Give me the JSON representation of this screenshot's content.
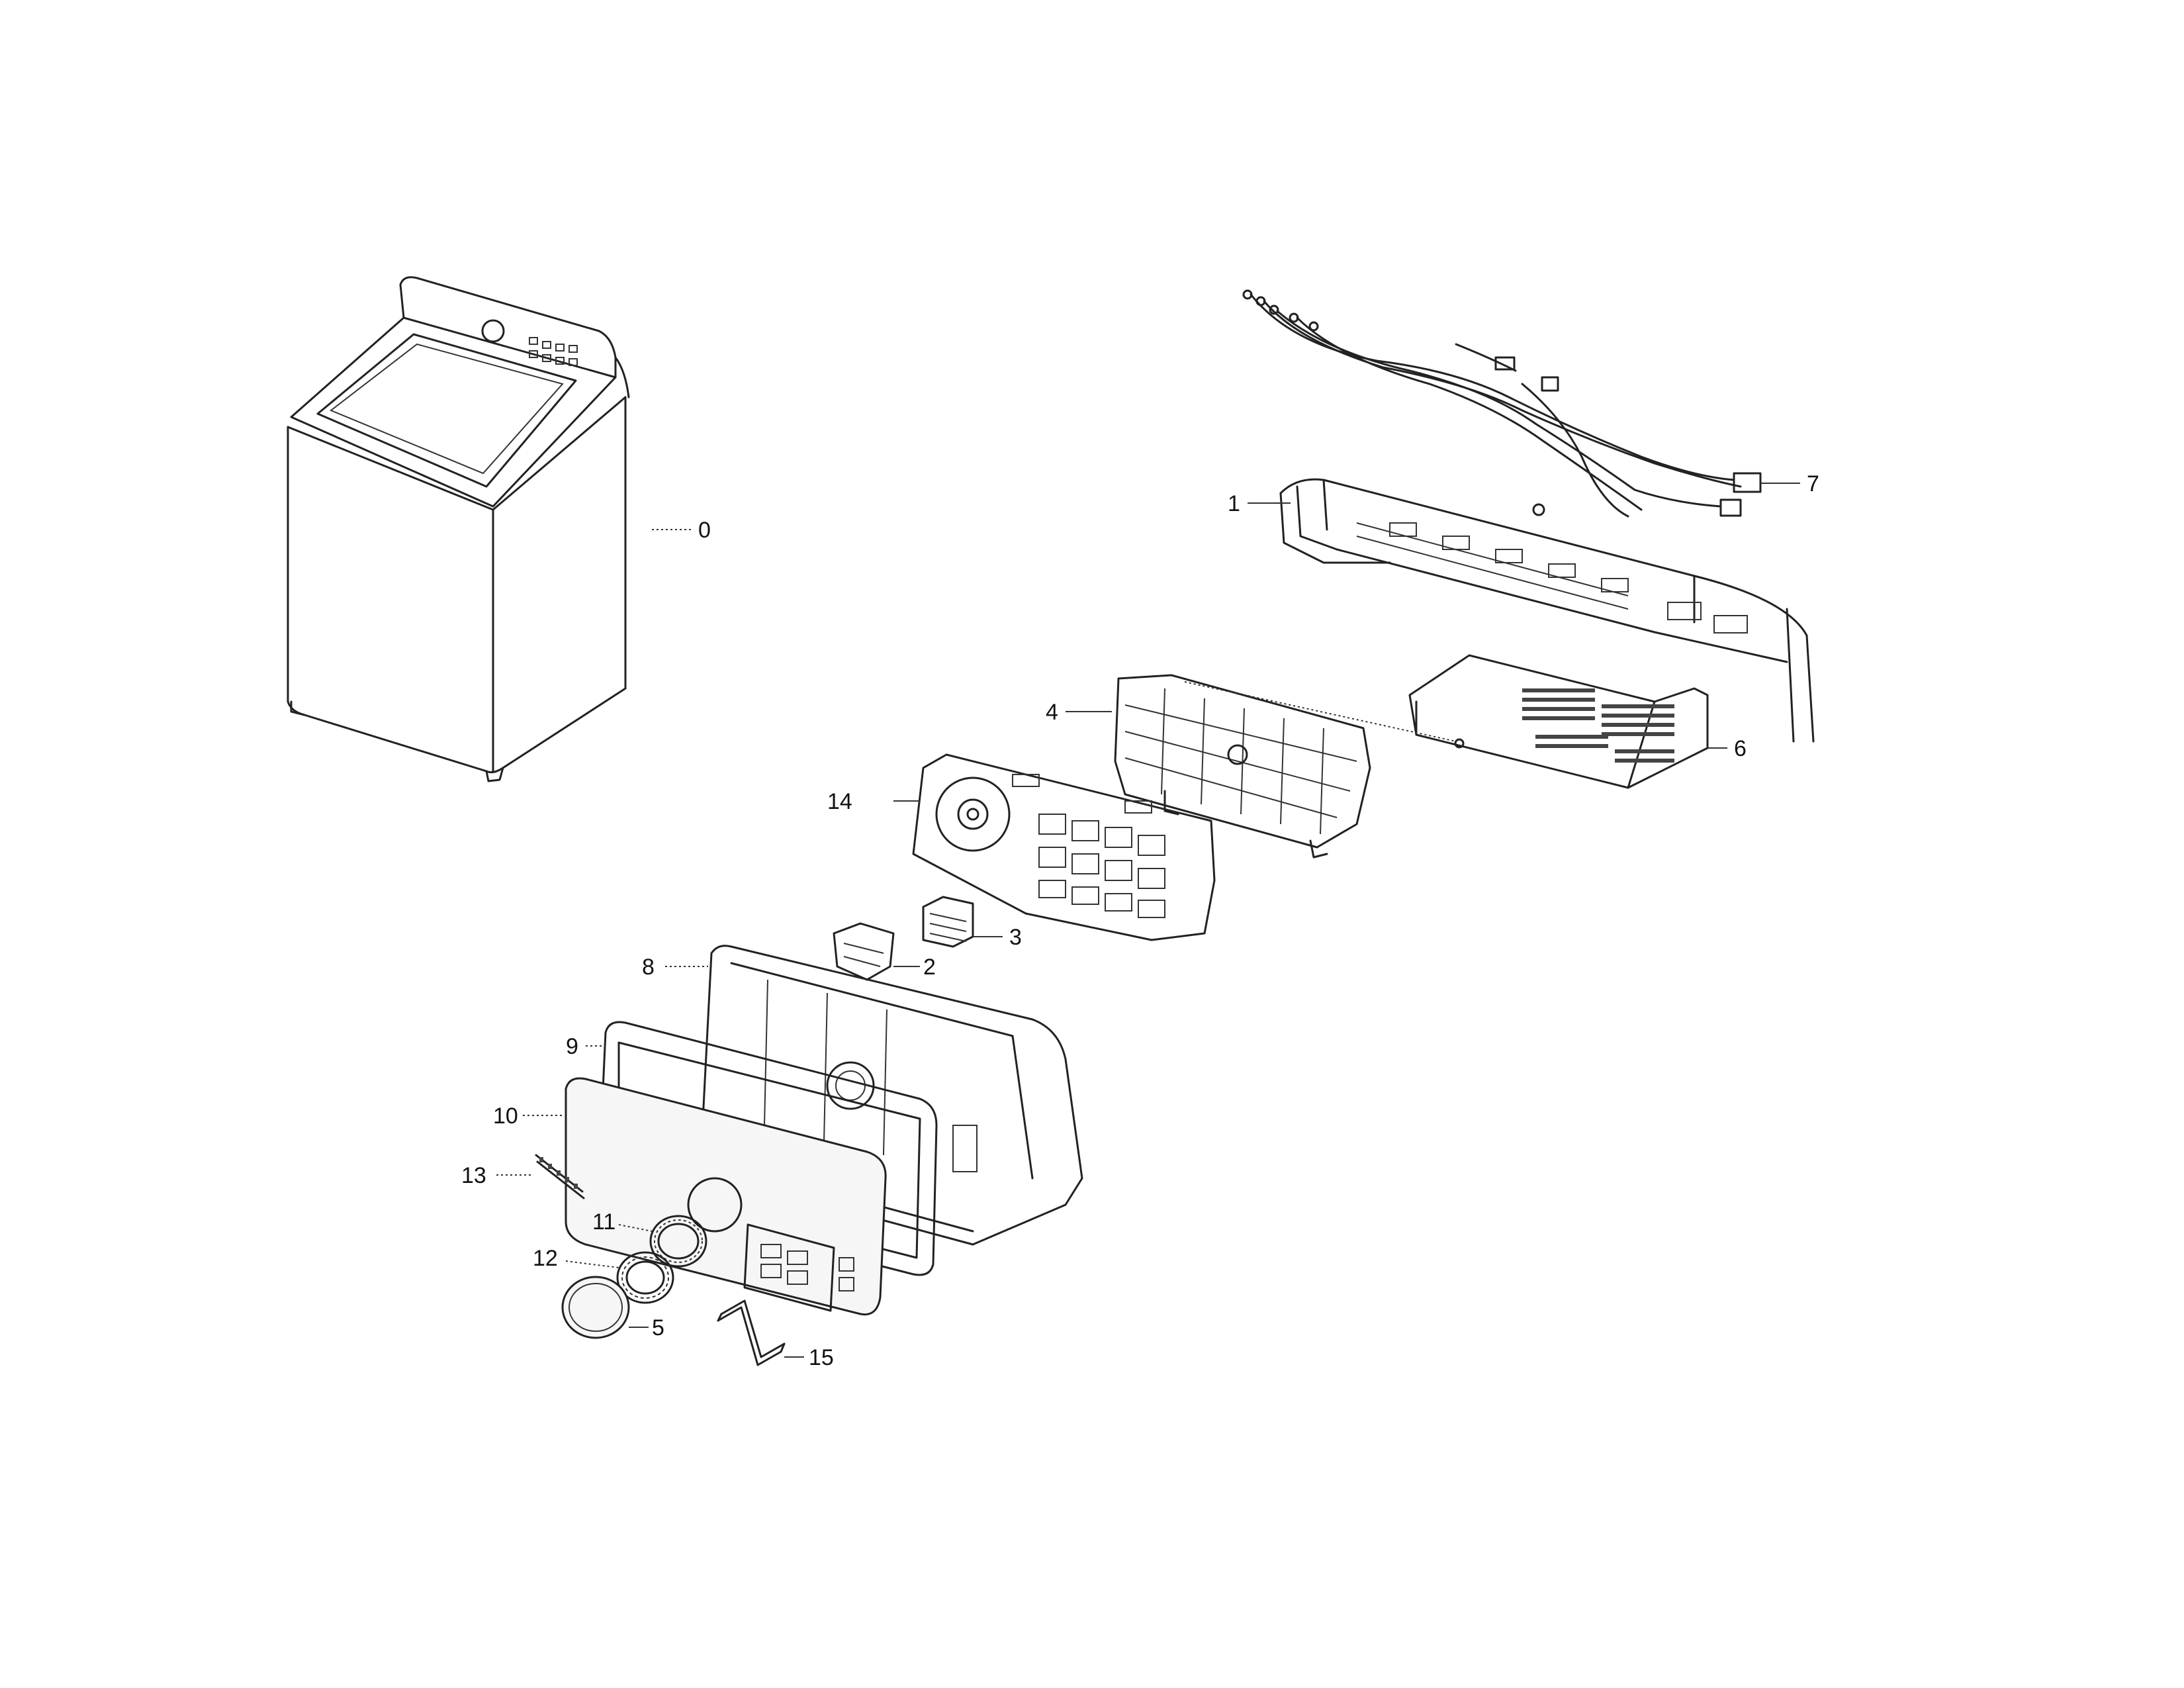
{
  "callouts": {
    "c0": "0",
    "c1": "1",
    "c2": "2",
    "c3": "3",
    "c4": "4",
    "c5": "5",
    "c6": "6",
    "c7": "7",
    "c8": "8",
    "c9": "9",
    "c10": "10",
    "c11": "11",
    "c12": "12",
    "c13": "13",
    "c14": "14",
    "c15": "15"
  },
  "colors": {
    "line": "#222222",
    "background": "#ffffff"
  }
}
